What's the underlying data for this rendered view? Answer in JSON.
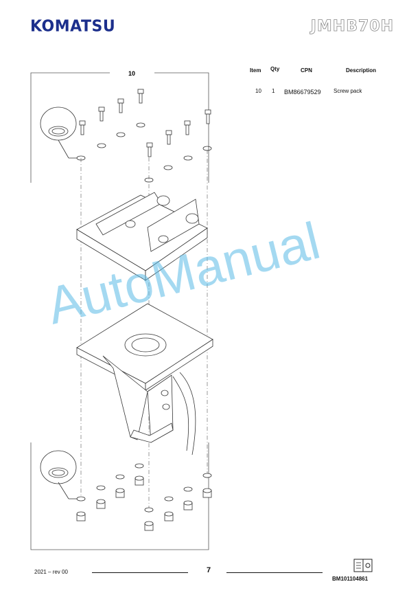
{
  "header": {
    "brand": "KOMATSU",
    "model": "JMHB70H"
  },
  "drawing": {
    "item_label": "10"
  },
  "parts_table": {
    "headers": [
      "Item",
      "Qty",
      "CPN",
      "Description"
    ],
    "rows": [
      {
        "item": "10",
        "qty": "1",
        "cpn": "BM86679529",
        "description": "Screw pack"
      }
    ]
  },
  "watermark": "AutoManual",
  "footer": {
    "date_rev": "2021 – rev 00",
    "page_number": "7",
    "doc_code": "BM101104861"
  }
}
